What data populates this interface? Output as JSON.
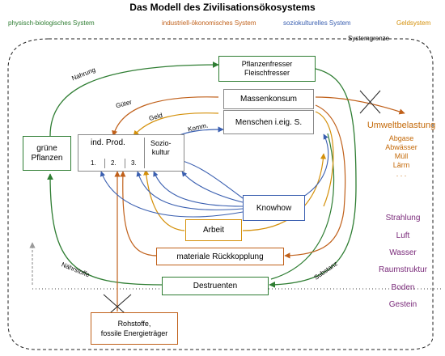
{
  "title": "Das Modell des Zivilisationsökosystems",
  "legend": {
    "bio": "physisch-biologisches System",
    "ind": "industriell-ökonomisches System",
    "sozio": "soziokulturelles System",
    "geld": "Geldsystem",
    "grenze": "Systemgrenze"
  },
  "colors": {
    "bio": "#2e7d32",
    "ind": "#c0601a",
    "sozio": "#3a5fb0",
    "geld": "#d4900a",
    "env": "#7a2a7a"
  },
  "boxes": {
    "pflanzenfresser_1": "Pflanzenfresser",
    "pflanzenfresser_2": "Fleischfresser",
    "massenkonsum": "Massenkonsum",
    "menschen": "Menschen i.eig. S.",
    "gruene_1": "grüne",
    "gruene_2": "Pflanzen",
    "ind_prod": "ind. Prod.",
    "sektor_1": "1.",
    "sektor_2": "2.",
    "sektor_3": "3.",
    "sozio_1": "Sozio-",
    "sozio_2": "kultur",
    "knowhow": "Knowhow",
    "arbeit": "Arbeit",
    "rueckkopplung": "materiale Rückkopplung",
    "destruenten": "Destruenten",
    "rohstoffe_1": "Rohstoffe,",
    "rohstoffe_2": "fossile Energieträger"
  },
  "flow_labels": {
    "nahrung": "Nahrung",
    "gueter": "Güter",
    "geld": "Geld",
    "komm": "Komm.",
    "naehrstoffe": "Nährstoffe",
    "substanz": "Substanz"
  },
  "umwelt": {
    "heading": "Umweltbelastung",
    "items": [
      "Abgase",
      "Abwässer",
      "Müll",
      "Lärm",
      ". . ."
    ]
  },
  "environment": [
    "Strahlung",
    "Luft",
    "Wasser",
    "Raumstruktur",
    "Boden",
    "Gestein"
  ]
}
